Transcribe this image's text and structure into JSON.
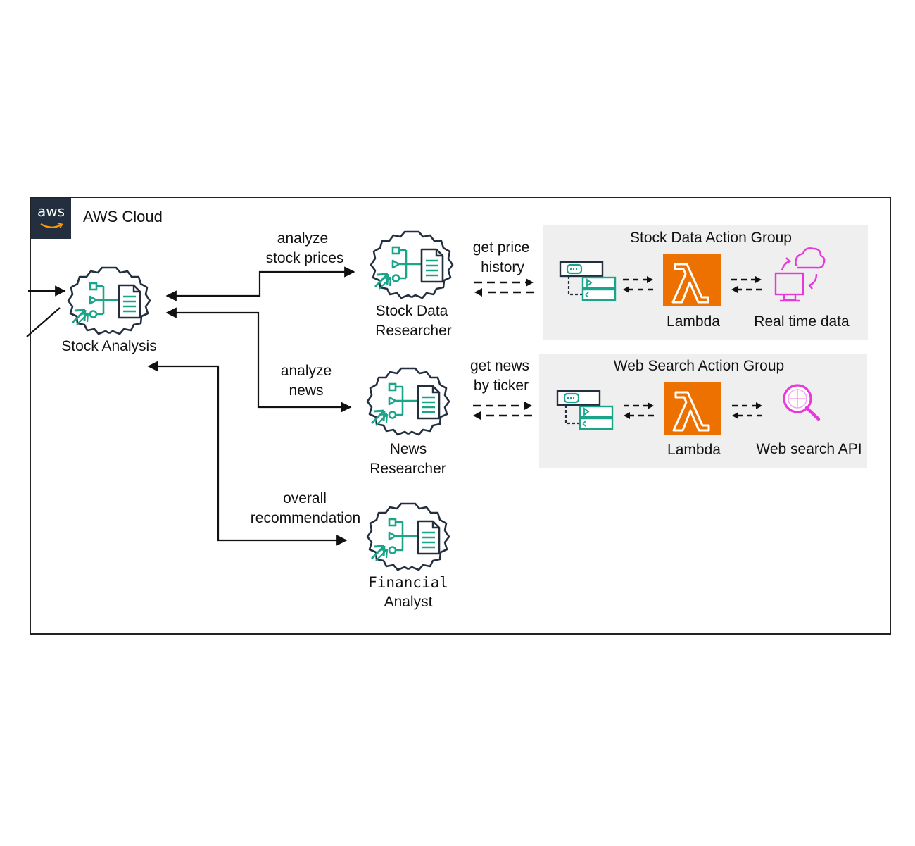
{
  "cloud": {
    "title": "AWS Cloud",
    "logo_text": "aws"
  },
  "agents": {
    "supervisor": {
      "label": "Stock Analysis",
      "icon": "bedrock-agent-icon"
    },
    "stock_data": {
      "line1": "Stock Data",
      "line2": "Researcher",
      "icon": "bedrock-agent-icon"
    },
    "news": {
      "line1": "News",
      "line2": "Researcher",
      "icon": "bedrock-agent-icon"
    },
    "financial": {
      "line1": "Financial",
      "line2": "Analyst",
      "icon": "bedrock-agent-icon"
    }
  },
  "edges": {
    "stock_prices": {
      "line1": "analyze",
      "line2": "stock prices"
    },
    "news": {
      "line1": "analyze",
      "line2": "news"
    },
    "recommendation": {
      "line1": "overall",
      "line2": "recommendation"
    },
    "price_history": {
      "line1": "get price",
      "line2": "history"
    },
    "news_ticker": {
      "line1": "get news",
      "line2": "by ticker"
    }
  },
  "groups": {
    "stock": {
      "title": "Stock Data Action Group",
      "lambda": "Lambda",
      "target": "Real time data",
      "target_icon": "real-time-data-icon"
    },
    "web": {
      "title": "Web Search Action Group",
      "lambda": "Lambda",
      "target": "Web search API",
      "target_icon": "web-search-icon"
    }
  },
  "colors": {
    "teal": "#1aa58a",
    "dark": "#232f3e",
    "lambda_orange": "#ed7100",
    "magenta": "#e838dc",
    "group_bg": "#efefef"
  }
}
